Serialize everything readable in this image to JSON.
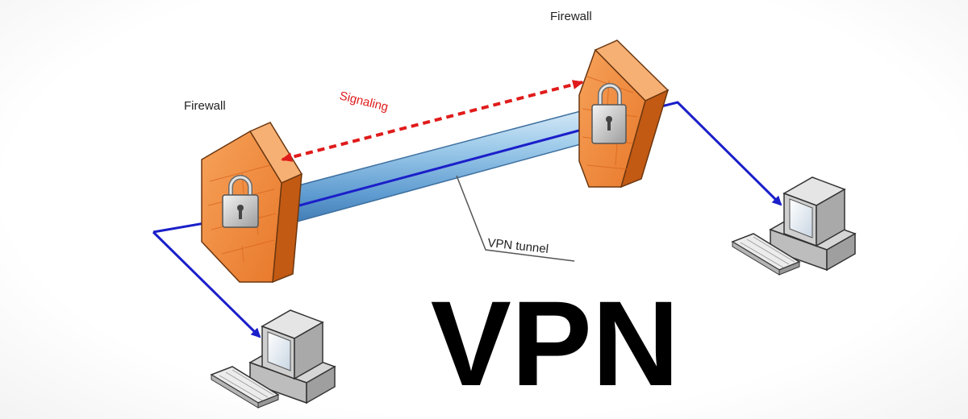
{
  "diagram": {
    "title": "VPN",
    "labels": {
      "firewall_left": "Firewall",
      "firewall_right": "Firewall",
      "signaling": "Signaling",
      "tunnel": "VPN tunnel"
    },
    "colors": {
      "firewall": "#f08a34",
      "firewall_dark": "#c45a12",
      "tunnel": "#8fc0e6",
      "tunnel_dark": "#4b86c0",
      "data_path": "#1b1fc9",
      "signaling": "#e01b1b",
      "text": "#222222",
      "title": "#000000"
    },
    "icons": [
      "padlock-icon",
      "computer-icon",
      "keyboard-icon",
      "brick-wall-icon"
    ]
  }
}
